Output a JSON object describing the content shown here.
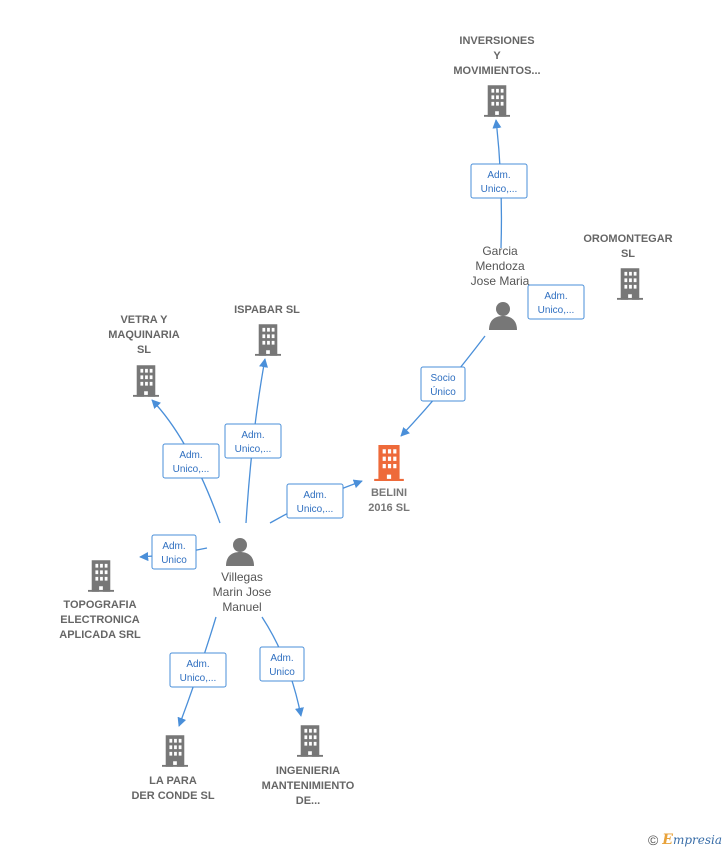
{
  "colors": {
    "edge": "#4a8fd9",
    "building": "#777777",
    "focus_building": "#ee6a3a",
    "person": "#777777"
  },
  "nodes": [
    {
      "id": "belini",
      "kind": "company",
      "focus": true,
      "lines": [
        "BELINI",
        "2016  SL"
      ]
    },
    {
      "id": "inversiones",
      "kind": "company",
      "lines": [
        "INVERSIONES",
        "Y",
        "MOVIMIENTOS..."
      ]
    },
    {
      "id": "oromontegar",
      "kind": "company",
      "lines": [
        "OROMONTEGAR",
        "SL"
      ]
    },
    {
      "id": "vetra",
      "kind": "company",
      "lines": [
        "VETRA Y",
        "MAQUINARIA",
        "SL"
      ]
    },
    {
      "id": "ispabar",
      "kind": "company",
      "lines": [
        "ISPABAR SL"
      ]
    },
    {
      "id": "topografia",
      "kind": "company",
      "lines": [
        "TOPOGRAFIA",
        "ELECTRONICA",
        "APLICADA SRL"
      ]
    },
    {
      "id": "lapara",
      "kind": "company",
      "lines": [
        "LA PARA",
        "DER CONDE SL"
      ]
    },
    {
      "id": "ingenieria",
      "kind": "company",
      "lines": [
        "INGENIERIA",
        "MANTENIMIENTO",
        "DE..."
      ]
    },
    {
      "id": "garcia",
      "kind": "person",
      "lines": [
        "Garcia",
        "Mendoza",
        "Jose Maria"
      ]
    },
    {
      "id": "villegas",
      "kind": "person",
      "lines": [
        "Villegas",
        "Marin Jose",
        "Manuel"
      ]
    }
  ],
  "edges": [
    {
      "id": "garcia-inversiones",
      "from": "garcia",
      "to": "inversiones",
      "label": [
        "Adm.",
        "Unico,..."
      ]
    },
    {
      "id": "garcia-oromontegar",
      "from": "garcia",
      "to": "oromontegar",
      "label": [
        "Adm.",
        "Unico,..."
      ]
    },
    {
      "id": "garcia-belini",
      "from": "garcia",
      "to": "belini",
      "label": [
        "Socio",
        "Único"
      ]
    },
    {
      "id": "villegas-vetra",
      "from": "villegas",
      "to": "vetra",
      "label": [
        "Adm.",
        "Unico,..."
      ]
    },
    {
      "id": "villegas-ispabar",
      "from": "villegas",
      "to": "ispabar",
      "label": [
        "Adm.",
        "Unico,..."
      ]
    },
    {
      "id": "villegas-belini",
      "from": "villegas",
      "to": "belini",
      "label": [
        "Adm.",
        "Unico,..."
      ]
    },
    {
      "id": "villegas-topografia",
      "from": "villegas",
      "to": "topografia",
      "label": [
        "Adm.",
        "Unico"
      ]
    },
    {
      "id": "villegas-lapara",
      "from": "villegas",
      "to": "lapara",
      "label": [
        "Adm.",
        "Unico,..."
      ]
    },
    {
      "id": "villegas-ingenieria",
      "from": "villegas",
      "to": "ingenieria",
      "label": [
        "Adm.",
        "Unico"
      ]
    }
  ],
  "footer": {
    "copyright": "©",
    "brand_initial": "E",
    "brand_rest": "mpresia"
  }
}
